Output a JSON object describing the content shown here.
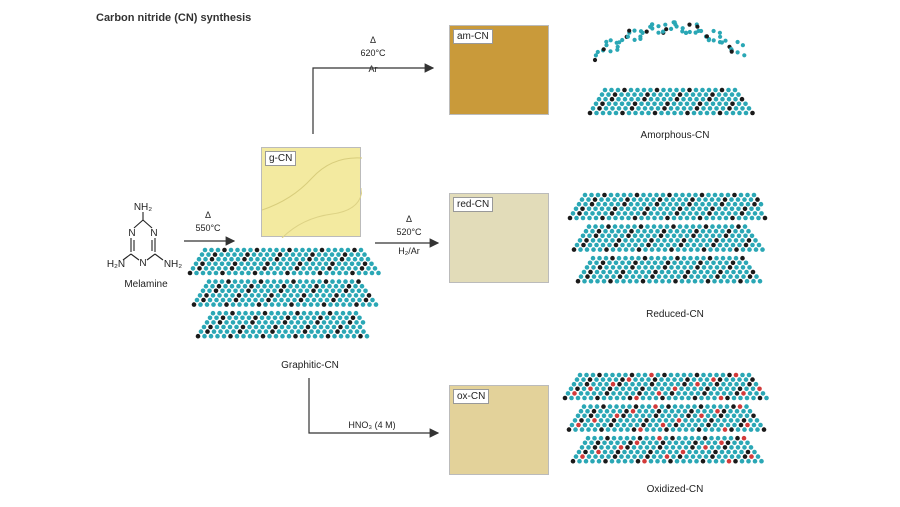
{
  "title": "Carbon nitride (CN) synthesis",
  "melamine": {
    "label": "Melamine",
    "nh2_top": "NH₂",
    "nh2_left": "H₂N",
    "nh2_right": "NH₂",
    "n_top_left": "N",
    "n_top_right": "N",
    "n_bottom": "N"
  },
  "steps": {
    "melamine_to_g": {
      "delta": "Δ",
      "temp": "550°C"
    },
    "g_to_am": {
      "delta": "Δ",
      "temp": "620°C",
      "gas": "Ar"
    },
    "g_to_red": {
      "delta": "Δ",
      "temp": "520°C",
      "gas": "H₂/Ar"
    },
    "g_to_ox": {
      "reagent": "HNO₃ (4 M)"
    }
  },
  "photos": {
    "g": {
      "tag": "g-CN",
      "color": "#f3eaa0"
    },
    "am": {
      "tag": "am-CN",
      "color": "#c99a3a"
    },
    "red": {
      "tag": "red-CN",
      "color": "#e2dcb9"
    },
    "ox": {
      "tag": "ox-CN",
      "color": "#e3d29a"
    }
  },
  "structures": {
    "graphitic": "Graphitic-CN",
    "amorphous": "Amorphous-CN",
    "reduced": "Reduced-CN",
    "oxidized": "Oxidized-CN"
  },
  "colors": {
    "atom_n": "#2aa7b5",
    "atom_c": "#1a1a1a",
    "atom_o": "#d23a3a",
    "arrow": "#333333"
  }
}
